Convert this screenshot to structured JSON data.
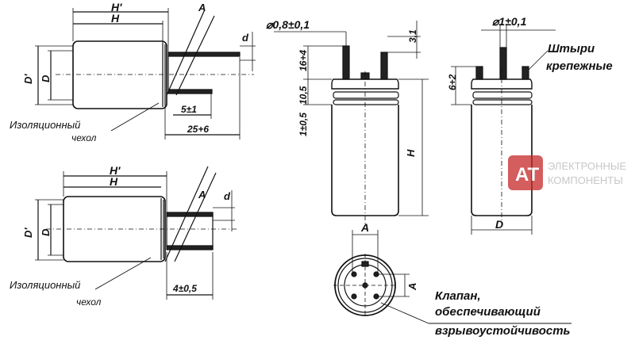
{
  "fig1": {
    "h_prime": "H'",
    "h": "H",
    "a": "A",
    "d_small": "d",
    "d_prime": "D'",
    "d_big": "D",
    "dim_5": "5±1",
    "dim_25": "25+6",
    "insulation": "Изоляционный",
    "insulation2": "чехол"
  },
  "fig2": {
    "h_prime": "H'",
    "h": "H",
    "a": "A",
    "d_small": "d",
    "d_prime": "D'",
    "d_big": "D",
    "dim_4": "4±0,5",
    "insulation": "Изоляционный",
    "insulation2": "чехол"
  },
  "fig3": {
    "diam": "⌀0,8±0,1",
    "dim_31": "3,1",
    "dim_16": "16+4",
    "dim_105": "10,5",
    "dim_1": "1±0,5",
    "h": "H",
    "a": "A"
  },
  "fig4": {
    "diam": "⌀1±0,1",
    "pins1": "Штыри",
    "pins2": "крепежные",
    "dim_6": "6+2",
    "d": "D"
  },
  "fig5": {
    "a_top": "A",
    "a_side": "A",
    "valve1": "Клапан,",
    "valve2": "обеспечивающий",
    "valve3": "взрывоустойчивость"
  },
  "logo": {
    "mark": "AT",
    "line1": "ЭЛЕКТРОННЫЕ",
    "line2": "КОМПОНЕНТЫ",
    "color": "#c62828"
  }
}
